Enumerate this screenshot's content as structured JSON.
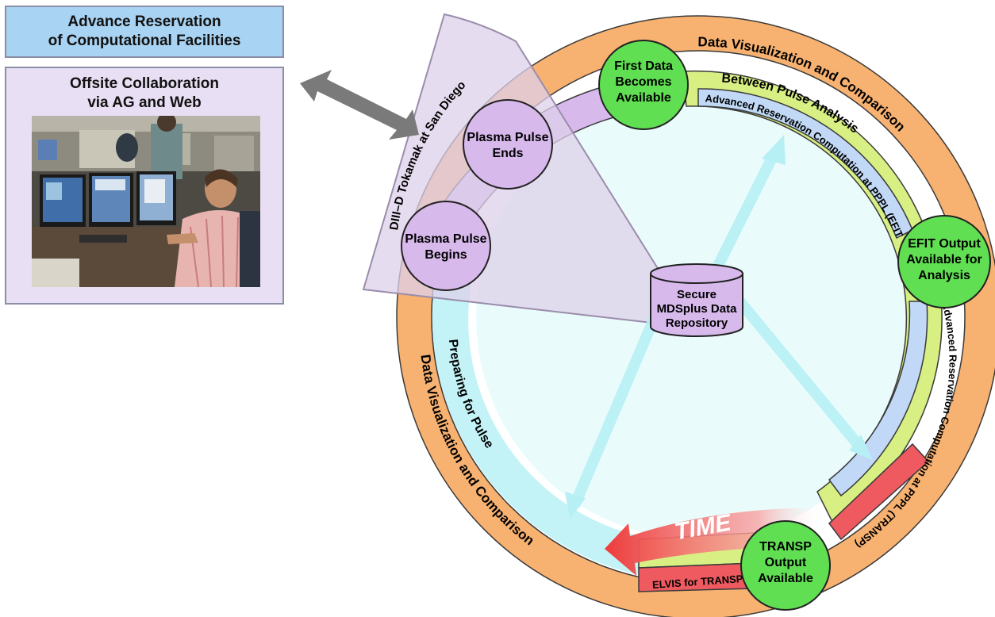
{
  "left_panel": {
    "reservation_box": {
      "line1": "Advance Reservation",
      "line2": "of Computational Facilities"
    },
    "collab_box": {
      "line1": "Offsite Collaboration",
      "line2": "via AG and Web"
    }
  },
  "cycle": {
    "sector_label": "DIII–D Tokamak at San Diego",
    "ring_labels": {
      "outer_top": "Data Visualization and Comparison",
      "outer_left": "Data Visualization and Comparison",
      "between_pulse": "Between Pulse Analysis",
      "efit_computation": "Advanced Reservation Computation at PPPL (EFIT)",
      "transp_computation": "Advanced Reservation Computation at PPPL (TRANSP)",
      "preparing": "Preparing for Pulse",
      "elvis": "ELVIS for TRANSP",
      "time": "TIME"
    },
    "nodes": {
      "first_data": [
        "First Data",
        "Becomes",
        "Available"
      ],
      "pulse_ends": [
        "Plasma Pulse",
        "Ends"
      ],
      "pulse_begins": [
        "Plasma Pulse",
        "Begins"
      ],
      "efit_output": [
        "EFIT Output",
        "Available for",
        "Analysis"
      ],
      "transp_output": [
        "TRANSP",
        "Output",
        "Available"
      ]
    },
    "repository": [
      "Secure",
      "MDSplus Data",
      "Repository"
    ]
  },
  "colors": {
    "outer_ring": "#f7b170",
    "green_ring": "#d8ef83",
    "blue_band": "#c1d9f6",
    "purple_band": "#d7b9ec",
    "inner_cyan": "#c4f3f7",
    "red_band": "#ee5a60",
    "node_green": "#60df52",
    "node_purple": "#d7b9ec",
    "arrow_cyan": "#b7f0f4",
    "arrow_grey": "#7a7a7a",
    "box_blue": "#a9d3f2",
    "box_lavender": "#e9dff4"
  }
}
